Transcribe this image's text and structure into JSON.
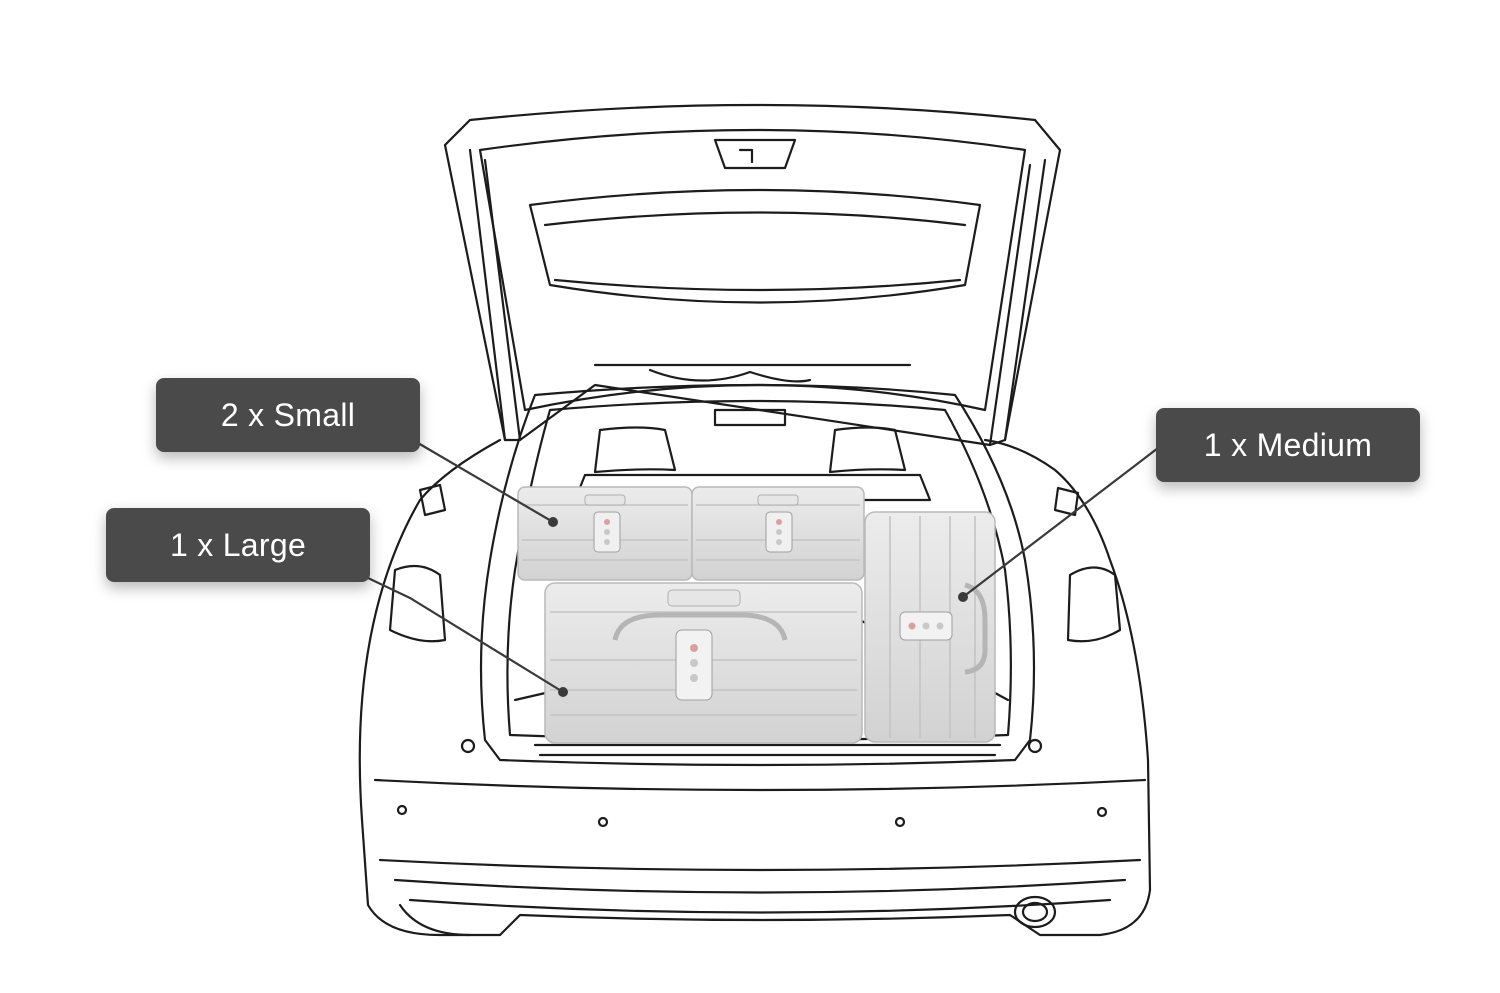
{
  "labels": {
    "small": "2 x Small",
    "large": "1 x Large",
    "medium": "1 x Medium"
  },
  "colors": {
    "label_background": "#4a4a4a",
    "label_text": "#ffffff",
    "line_art": "#1c1c1c",
    "suitcase": "#dcdcdc",
    "leader_line": "#3a3a3a"
  }
}
